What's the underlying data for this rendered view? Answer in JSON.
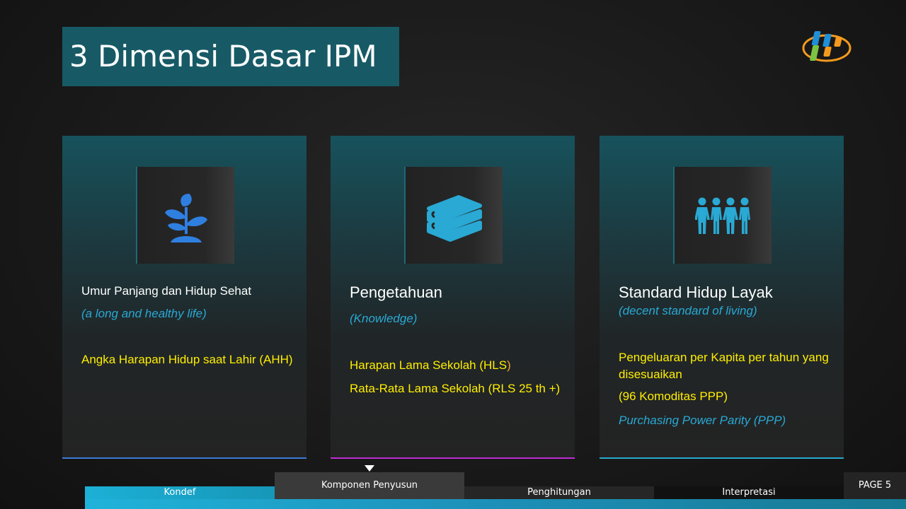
{
  "slide": {
    "title": "3 Dimensi Dasar IPM",
    "logo_icon": "bps-logo-icon"
  },
  "cards": [
    {
      "icon": "plant-icon",
      "icon_color": "#2f7fe0",
      "heading": "Umur Panjang dan Hidup Sehat",
      "subheading": "(a long and healthy life)",
      "indicator": "Angka Harapan Hidup saat Lahir (AHH)"
    },
    {
      "icon": "books-icon",
      "icon_color": "#29a9d4",
      "heading": "Pengetahuan",
      "subheading": "(Knowledge)",
      "indicator_1": "Harapan Lama Sekolah (HLS",
      "indicator_1_close": ")",
      "indicator_2": "Rata-Rata Lama Sekolah (RLS 25 th +)"
    },
    {
      "icon": "people-icon",
      "icon_color": "#29a9d4",
      "heading": "Standard Hidup Layak",
      "subheading": "(decent standard of living)",
      "indicator_1": "Pengeluaran per Kapita per tahun yang disesuaikan",
      "indicator_2": "(96 Komoditas PPP)",
      "indicator_3": "Purchasing Power Parity (PPP)"
    }
  ],
  "nav": {
    "items": [
      "Kondef",
      "Komponen  Penyusun",
      "Penghitungan",
      "Interpretasi"
    ],
    "active": "Komponen  Penyusun",
    "page": "PAGE 5"
  },
  "colors": {
    "title_bg": "#175a66",
    "highlight_yellow": "#ffee00",
    "subtitle_blue": "#29a9d4",
    "card1_accent": "#3b7ad9",
    "card2_accent": "#c02bd6",
    "card3_accent": "#2aa8cf"
  }
}
